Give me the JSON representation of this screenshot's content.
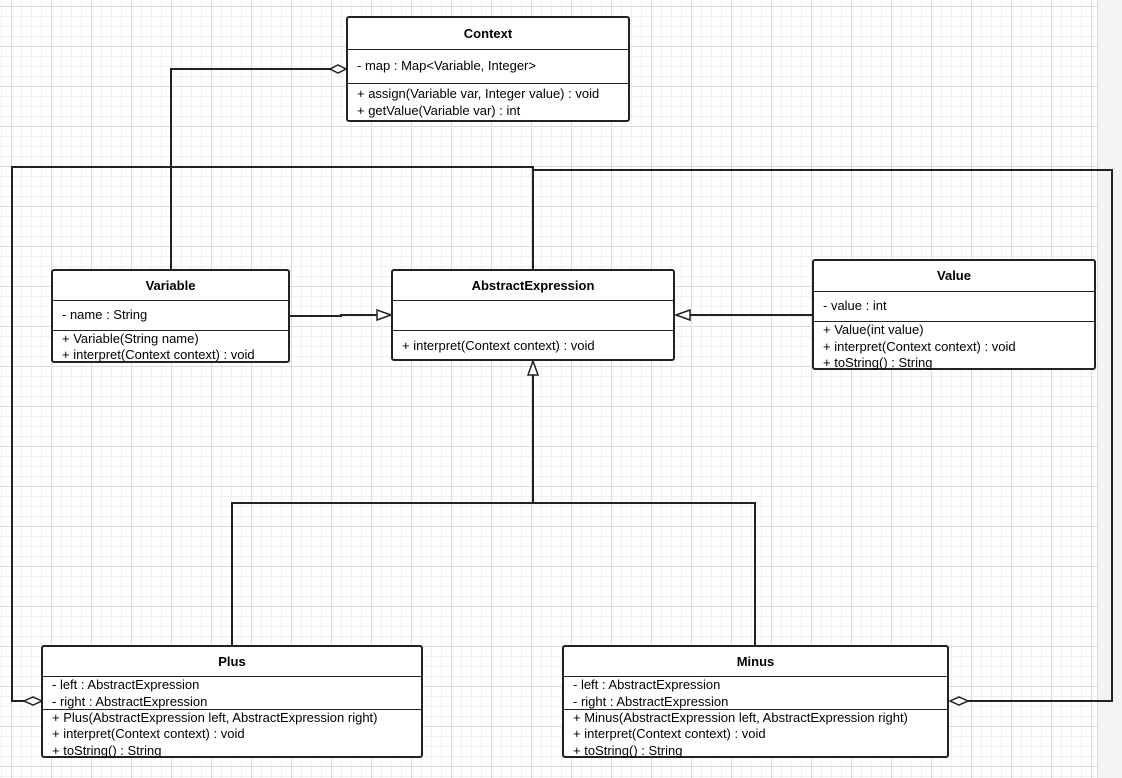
{
  "classes": {
    "context": {
      "name": "Context",
      "attributes": [
        "- map : Map<Variable, Integer>"
      ],
      "methods": [
        "+ assign(Variable var, Integer value) : void",
        "+ getValue(Variable var) : int"
      ]
    },
    "variable": {
      "name": "Variable",
      "attributes": [
        "- name : String"
      ],
      "methods": [
        "+ Variable(String name)",
        "+ interpret(Context context) : void"
      ]
    },
    "abstract_expression": {
      "name": "AbstractExpression",
      "attributes": [],
      "methods": [
        "+ interpret(Context context) : void"
      ]
    },
    "value": {
      "name": "Value",
      "attributes": [
        "- value : int"
      ],
      "methods": [
        "+ Value(int value)",
        "+ interpret(Context context) : void",
        "+ toString() : String"
      ]
    },
    "plus": {
      "name": "Plus",
      "attributes": [
        "- left : AbstractExpression",
        "- right : AbstractExpression"
      ],
      "methods": [
        "+ Plus(AbstractExpression left, AbstractExpression right)",
        "+ interpret(Context context) : void",
        "+ toString() : String"
      ]
    },
    "minus": {
      "name": "Minus",
      "attributes": [
        "- left : AbstractExpression",
        "- right : AbstractExpression"
      ],
      "methods": [
        "+ Minus(AbstractExpression left, AbstractExpression right)",
        "+ interpret(Context context) : void",
        "+ toString() : String"
      ]
    }
  },
  "relationships": [
    {
      "type": "aggregation",
      "from": "Context",
      "to": "Variable"
    },
    {
      "type": "generalization",
      "from": "Variable",
      "to": "AbstractExpression"
    },
    {
      "type": "generalization",
      "from": "Value",
      "to": "AbstractExpression"
    },
    {
      "type": "generalization",
      "from": "Plus",
      "to": "AbstractExpression"
    },
    {
      "type": "generalization",
      "from": "Minus",
      "to": "AbstractExpression"
    },
    {
      "type": "aggregation",
      "from": "Plus",
      "to": "AbstractExpression"
    },
    {
      "type": "aggregation",
      "from": "Minus",
      "to": "AbstractExpression"
    }
  ]
}
